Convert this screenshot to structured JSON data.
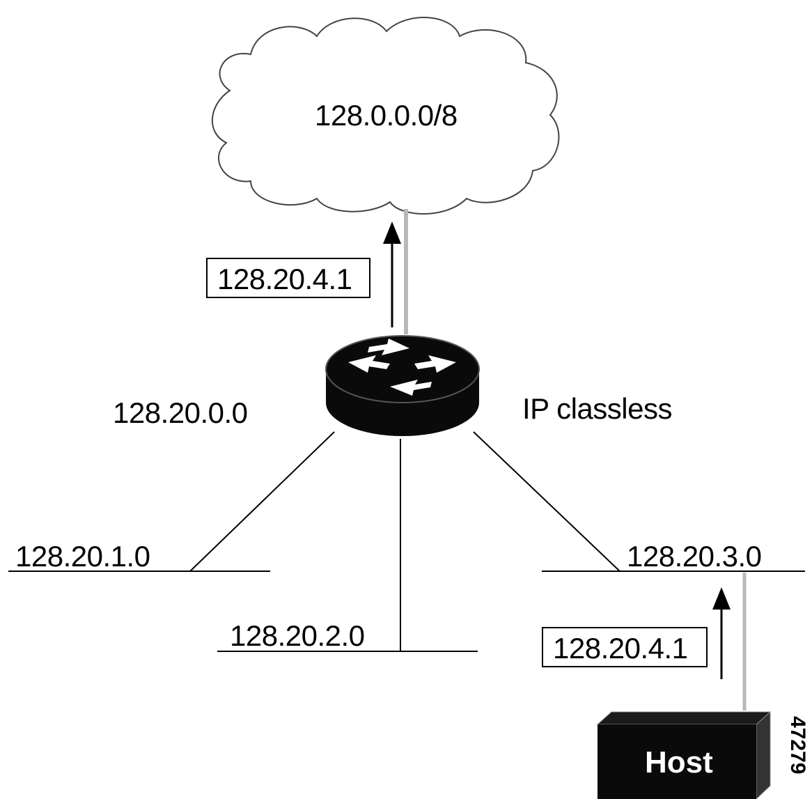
{
  "cloud": {
    "label": "128.0.0.0/8"
  },
  "router": {
    "network_label": "128.20.0.0",
    "mode_label": "IP classless"
  },
  "packets": {
    "upstream_dest": "128.20.4.1",
    "host_dest": "128.20.4.1"
  },
  "subnets": [
    "128.20.1.0",
    "128.20.2.0",
    "128.20.3.0"
  ],
  "host": {
    "label": "Host"
  },
  "figure_id": "47279",
  "icons": {
    "cloud": "cloud-icon",
    "router": "router-icon",
    "host": "host-icon",
    "arrow": "arrow-up-icon"
  },
  "colors": {
    "line": "#000000",
    "uplink": "#b8b8b8",
    "device": "#0a0a0a",
    "background": "#ffffff"
  }
}
